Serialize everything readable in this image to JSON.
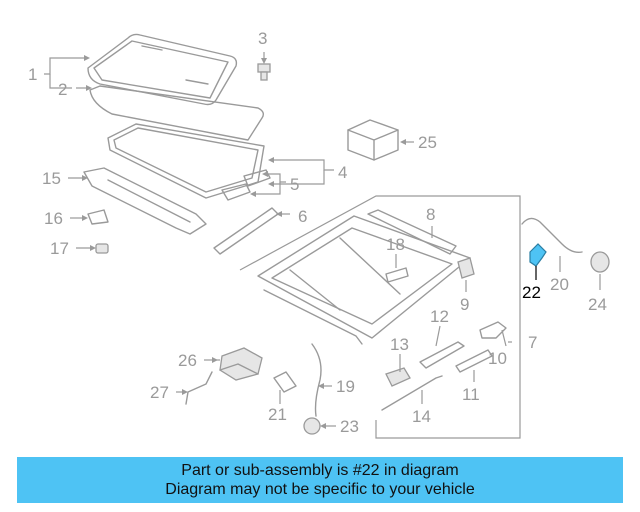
{
  "diagram": {
    "labels": [
      "1",
      "2",
      "3",
      "4",
      "5",
      "6",
      "7",
      "8",
      "9",
      "10",
      "11",
      "12",
      "13",
      "14",
      "15",
      "16",
      "17",
      "18",
      "19",
      "20",
      "21",
      "22",
      "23",
      "24",
      "25",
      "26",
      "27"
    ],
    "highlighted": "22",
    "colors": {
      "line": "#9a9a9a",
      "highlight_part": "#4ec3f4",
      "highlight_label": "#000000"
    }
  },
  "banner": {
    "line1": "Part or sub-assembly is #22 in diagram",
    "line2": "Diagram may not be specific to your vehicle",
    "background": "#4ec3f4"
  }
}
